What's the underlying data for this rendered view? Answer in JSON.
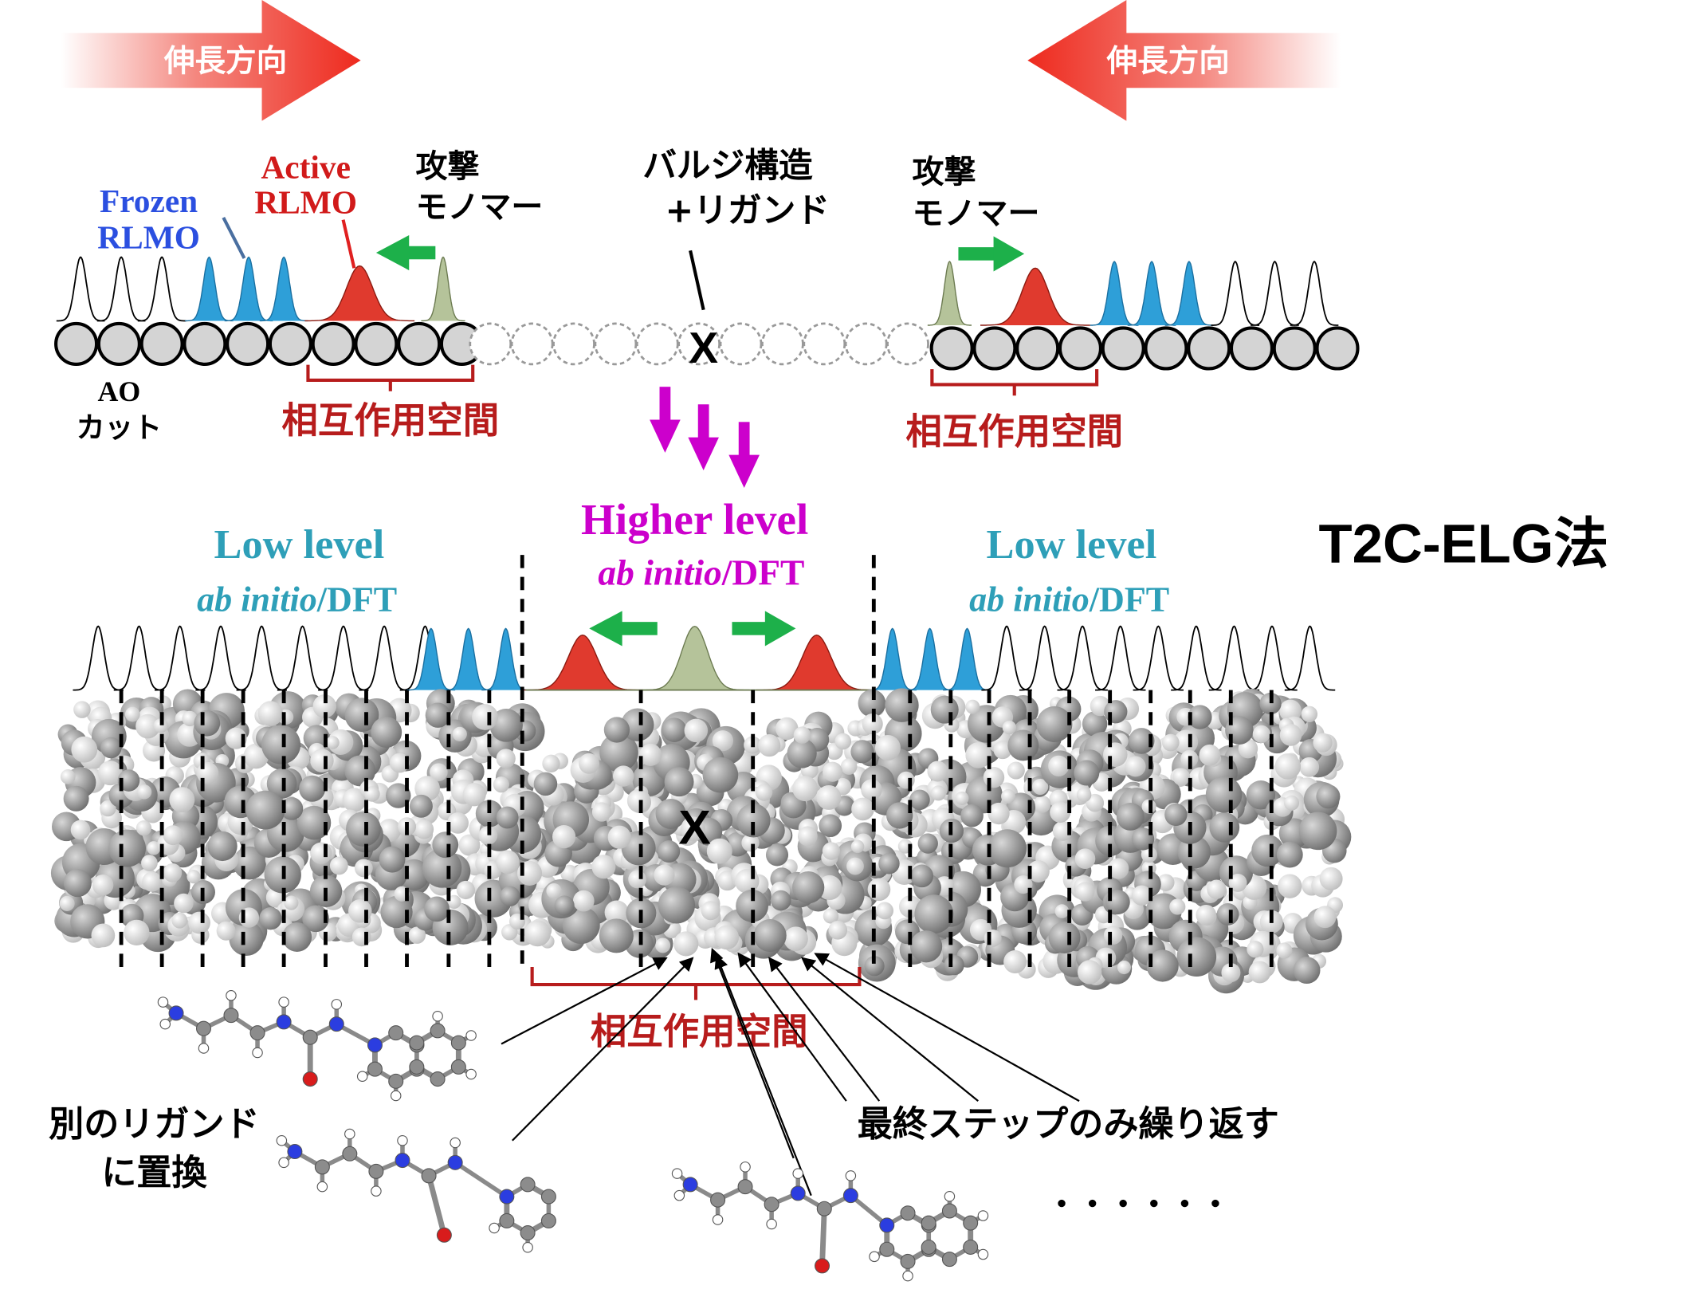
{
  "colors": {
    "frozen": "#2e9fd8",
    "active": "#e03a2e",
    "monomer": "#b5c39a",
    "bracket": "#b71c1c",
    "magenta": "#cc00cc",
    "lowlevel": "#2e9fb8",
    "green_arrow": "#1db04a",
    "frozen_label": "#2b4fe0",
    "active_label": "#d11a1a",
    "text": "#000000"
  },
  "top": {
    "growth_left": "伸長方向",
    "growth_right": "伸長方向",
    "frozen_label": [
      "Frozen",
      "RLMO"
    ],
    "active_label": [
      "Active",
      "RLMO"
    ],
    "attack_monomer_left": [
      "攻撃",
      "モノマー"
    ],
    "attack_monomer_right": [
      "攻撃",
      "モノマー"
    ],
    "bulge_label": [
      "バルジ構造",
      "+リガンド"
    ],
    "center_x": "X",
    "ao_cut": [
      "AO",
      "カット"
    ],
    "interaction_space_left": "相互作用空間",
    "interaction_space_right": "相互作用空間"
  },
  "middle": {
    "higher_level": [
      "Higher level",
      "ab initio",
      "/DFT"
    ],
    "low_level_left": [
      "Low level",
      "ab initio",
      "/DFT"
    ],
    "low_level_right": [
      "Low level",
      "ab initio",
      "/DFT"
    ],
    "method_title": "T2C-ELG法"
  },
  "bottom": {
    "center_x": "X",
    "interaction_space": "相互作用空間",
    "replace_ligand": [
      "別のリガンド",
      "に置換"
    ],
    "repeat_final": "最終ステップのみ繰り返す",
    "ellipsis": "・・・・・・"
  },
  "icons": {
    "growth_arrows": "big-arrow-icon",
    "direction_arrows": "green-arrow-icon",
    "transition_arrows": "down-arrow-icon",
    "molecules": "ball-and-stick-molecule-icon"
  }
}
